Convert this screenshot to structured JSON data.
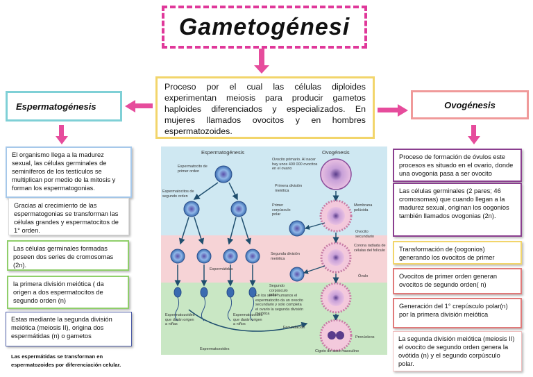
{
  "title": "Gametogénesi",
  "intro": "Proceso por el cual las células diploides experimentan meiosis para producir gametos haploides diferenciados y especializados. En mujeres llamados ovocitos y en hombres espermatozoides.",
  "espermatogenesis": {
    "heading": "Espermatogénesis",
    "cards": [
      "El organismo llega a la madurez sexual, las células germinales de seminíferos de los testículos se multiplican por medio de la mitosis y forman los espermatogonias.",
      "Gracias al crecimiento de las espermatogonias se transforman las células grandes y espermatocitos de 1° orden.",
      "Las células germinales formadas poseen dos series de cromosomas (2n).",
      "la primera división meiótica ( da origen a dos espermatocitos de segundo orden (n)",
      "Estas mediante la segunda división meiótica (meiosis II), origina dos espermátidas (n) o gametos"
    ],
    "note": "Las espermátidas se transforman en espermatozoides por diferenciación celular."
  },
  "ovogenesis": {
    "heading": "Ovogénesis",
    "cards": [
      "Proceso de formación de óvulos este procesos es situado en el ovario, donde una ovogonia pasa a ser ovocito",
      "Las células germinales (2 pares; 46 cromosomas) que cuando llegan a la madurez sexual, originan los oogonios también llamados ovogonias (2n).",
      "Transformación de (oogonios) generando los ovocitos de primer",
      "Ovocitos de primer orden generan ovocitos de segundo orden( n)",
      "Generación del 1° crepúsculo polar(n) por la primera división meiótica",
      "La segunda división meiótica (meiosis II) el ovocito de segundo orden genera la ovótida (n) y el segundo corpúsculo polar."
    ]
  },
  "figure": {
    "esp_title": "Espermatogénesis",
    "ovo_title": "Ovogénesis",
    "labels": {
      "espermatocito1": "Espermatocito de primer orden",
      "espermatocitos2": "Espermatocitos de segundo orden",
      "espermatidas": "Espermátidas",
      "espermatozoides": "Espermatozoides",
      "ovocito1": "Ovocito primario. Al nacer hay unos 400 000 ovocitos en el ovario",
      "primera_division": "Primera división meiótica",
      "primer_corpusculo": "Primer corpúsculo polar",
      "membrana": "Membrana pelúcida",
      "ovocito2": "Ovocito secundario",
      "corona": "Corona radiada de células del folículo",
      "segunda_division": "Segunda división meiótica",
      "segundo_corpusculo": "Segundo corpúsculo polar",
      "ovulo": "Óvulo",
      "fecundacion": "Fecundación",
      "pronucleo": "Pronúcleos",
      "cigoto": "Cigoto de sexo masculino",
      "nota": "En los seres humanos el espermatocito da un ovocito secundario y solo completa el ovario la segunda división meiótica",
      "esp_x_y": "Espermatozoides que darán origen a niñas",
      "esp_xy": "Espermatozoides que darán origen a niños"
    }
  },
  "colors": {
    "accent_pink": "#e0389a",
    "arrow_pink": "#e64c9c",
    "intro_border": "#f2d56b",
    "esp_head_border": "#7fd0d6",
    "ovo_head_border": "#f09a9a"
  }
}
